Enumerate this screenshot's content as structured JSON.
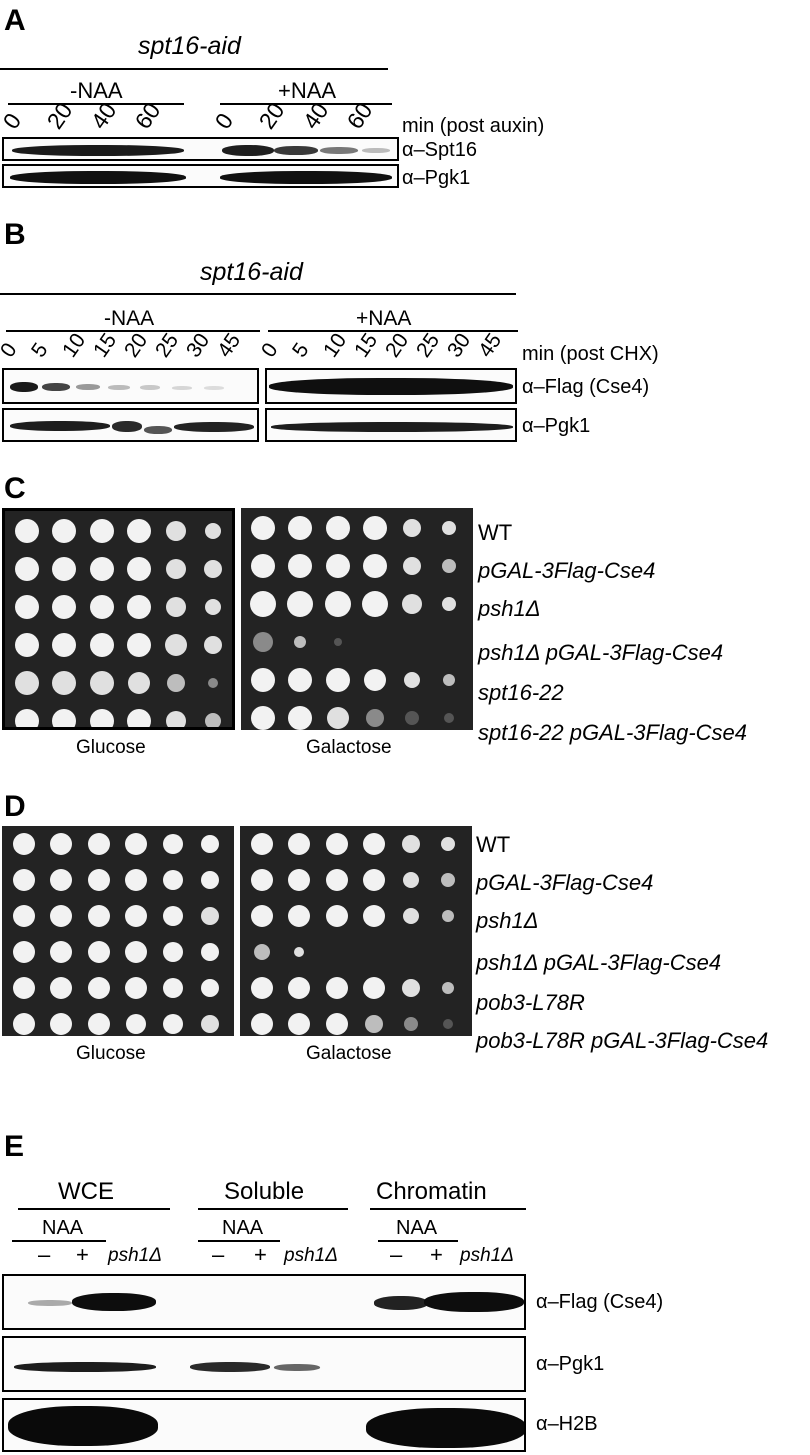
{
  "panels": {
    "A": {
      "letter": "A",
      "strain": "spt16-aid",
      "groups": [
        "-NAA",
        "+NAA"
      ],
      "lanes": [
        "0",
        "20",
        "40",
        "60"
      ],
      "units": "min (post auxin)",
      "antibodies": [
        "α–Spt16",
        "α–Pgk1"
      ]
    },
    "B": {
      "letter": "B",
      "strain": "spt16-aid",
      "groups": [
        "-NAA",
        "+NAA"
      ],
      "lanes": [
        "0",
        "5",
        "10",
        "15",
        "20",
        "25",
        "30",
        "45"
      ],
      "units": "min (post CHX)",
      "antibodies": [
        "α–Flag (Cse4)",
        "α–Pgk1"
      ]
    },
    "C": {
      "letter": "C",
      "media": [
        "Glucose",
        "Galactose"
      ],
      "strains": [
        "WT",
        "pGAL-3Flag-Cse4",
        "psh1Δ",
        "psh1Δ pGAL-3Flag-Cse4",
        "spt16-22",
        "spt16-22 pGAL-3Flag-Cse4"
      ],
      "strain_italic": [
        false,
        true,
        true,
        true,
        true,
        true
      ]
    },
    "D": {
      "letter": "D",
      "media": [
        "Glucose",
        "Galactose"
      ],
      "strains": [
        "WT",
        "pGAL-3Flag-Cse4",
        "psh1Δ",
        "psh1Δ pGAL-3Flag-Cse4",
        "pob3-L78R",
        "pob3-L78R pGAL-3Flag-Cse4"
      ],
      "strain_italic": [
        false,
        true,
        true,
        true,
        true,
        true
      ]
    },
    "E": {
      "letter": "E",
      "fractions": [
        "WCE",
        "Soluble",
        "Chromatin"
      ],
      "treatment": "NAA",
      "lanes": [
        "–",
        "+",
        "psh1Δ"
      ],
      "antibodies": [
        "α–Flag (Cse4)",
        "α–Pgk1",
        "α–H2B"
      ]
    }
  },
  "colors": {
    "blot_background": "#fbfbfb",
    "band": "#111111",
    "plate": "#232323",
    "colony": "#f2f2f2"
  }
}
